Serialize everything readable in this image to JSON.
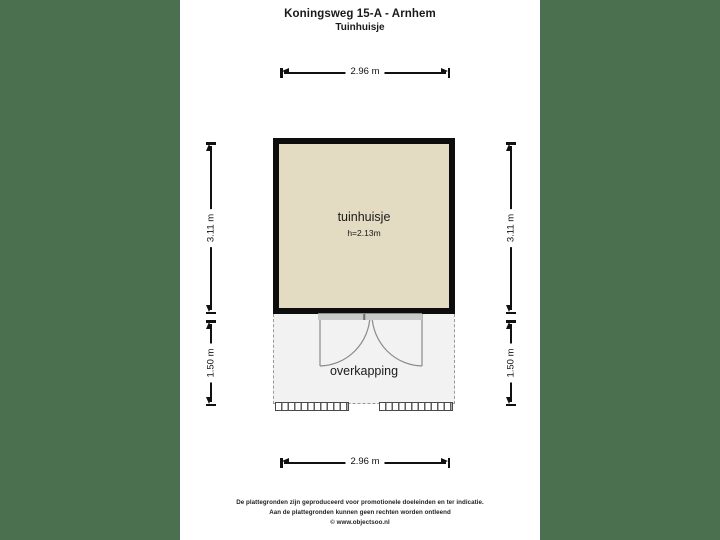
{
  "title": {
    "address": "Koningsweg 15-A - Arnhem",
    "subject": "Tuinhuisje"
  },
  "footer": {
    "line1": "De plattegronden zijn geproduceerd voor promotionele doeleinden en ter indicatie.",
    "line2": "Aan de plattegronden kunnen geen rechten worden ontleend",
    "line3": "© www.objectsoo.nl"
  },
  "rooms": {
    "tuinhuisje": {
      "label": "tuinhuisje",
      "height_label": "h=2.13m"
    },
    "overkapping": {
      "label": "overkapping"
    }
  },
  "dimensions": {
    "top_width": "2.96 m",
    "bottom_width": "2.96 m",
    "left_upper": "3.11 m",
    "left_lower": "1.50 m",
    "right_upper": "3.11 m",
    "right_lower": "1.50 m"
  },
  "colors": {
    "background": "#4a7050",
    "sheet": "#ffffff",
    "wall": "#0d0d0d",
    "room_fill": "#e3dbc2",
    "canopy_fill": "#f2f2f2",
    "dimension_line": "#111111"
  }
}
